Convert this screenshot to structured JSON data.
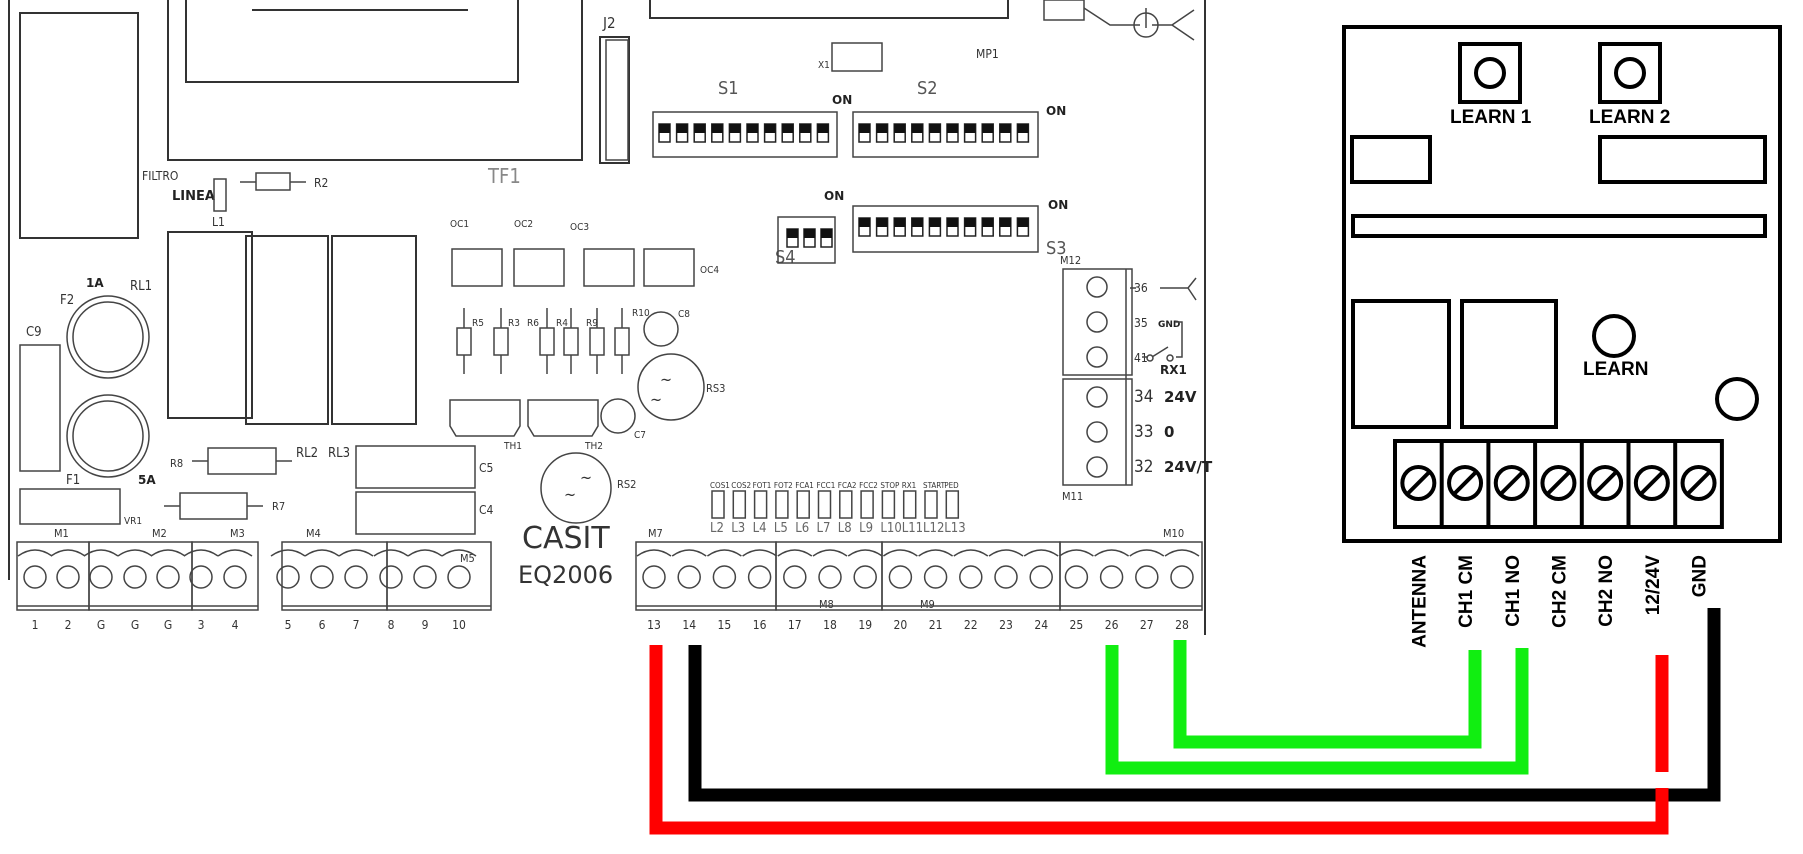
{
  "board": {
    "brand": "CASIT",
    "model": "EQ2006",
    "component_labels": {
      "filtro": "FILTRO",
      "linea": "LINEA",
      "l1": "L1",
      "r2": "R2",
      "tf1": "TF1",
      "j2": "J2",
      "x1": "X1",
      "mp1": "MP1",
      "s1": "S1",
      "s2": "S2",
      "s3": "S3",
      "s4": "S4",
      "on": "ON",
      "oc1": "OC1",
      "oc2": "OC2",
      "oc3": "OC3",
      "oc4": "OC4",
      "r5": "R5",
      "r3": "R3",
      "r6": "R6",
      "r4": "R4",
      "r9": "R9",
      "r10": "R10",
      "c8": "C8",
      "c7": "C7",
      "c9": "C9",
      "c5": "C5",
      "c4": "C4",
      "rs2": "RS2",
      "rs3": "RS3",
      "th1": "TH1",
      "th2": "TH2",
      "f1": "F1",
      "f2": "F2",
      "fuse1": "1A",
      "fuse2": "5A",
      "rl1": "RL1",
      "rl2": "RL2",
      "rl3": "RL3",
      "r8": "R8",
      "r7": "R7",
      "vr1": "VR1",
      "m1": "M1",
      "m2": "M2",
      "m3": "M3",
      "m4": "M4",
      "m5": "M5",
      "m7": "M7",
      "m8": "M8",
      "m9": "M9",
      "m10": "M10",
      "m11": "M11",
      "m12": "M12"
    },
    "leds": [
      {
        "name": "COS1",
        "id": "L2"
      },
      {
        "name": "COS2",
        "id": "L3"
      },
      {
        "name": "FOT1",
        "id": "L4"
      },
      {
        "name": "FOT2",
        "id": "L5"
      },
      {
        "name": "FCA1",
        "id": "L6"
      },
      {
        "name": "FCC1",
        "id": "L7"
      },
      {
        "name": "FCA2",
        "id": "L8"
      },
      {
        "name": "FCC2",
        "id": "L9"
      },
      {
        "name": "STOP",
        "id": "L10"
      },
      {
        "name": "RX1",
        "id": "L11"
      },
      {
        "name": "START",
        "id": "L12"
      },
      {
        "name": "PED",
        "id": "L13"
      }
    ],
    "bottom_terminals_left": [
      "1",
      "2",
      "G",
      "G",
      "G",
      "3",
      "4",
      "5",
      "6",
      "7",
      "8",
      "9",
      "10"
    ],
    "bottom_terminals_right": [
      "13",
      "14",
      "15",
      "16",
      "17",
      "18",
      "19",
      "20",
      "21",
      "22",
      "23",
      "24",
      "25",
      "26",
      "27",
      "28"
    ],
    "side_terminals": [
      {
        "num": "36",
        "desc": ""
      },
      {
        "num": "35",
        "desc": "GND"
      },
      {
        "num": "41",
        "desc": "RX1"
      },
      {
        "num": "34",
        "desc": "24V"
      },
      {
        "num": "33",
        "desc": "0"
      },
      {
        "num": "32",
        "desc": "24V/T"
      }
    ]
  },
  "receiver": {
    "buttons": [
      "LEARN 1",
      "LEARN 2"
    ],
    "learn_label": "LEARN",
    "terminals": [
      "ANTENNA",
      "CH1 CM",
      "CH1 NO",
      "CH2 CM",
      "CH2 NO",
      "12/24V",
      "GND"
    ]
  },
  "wires": [
    {
      "from": "14",
      "to": "GND",
      "color": "#000000"
    },
    {
      "from": "13",
      "to": "12/24V",
      "color": "#ff0000"
    },
    {
      "from": "26",
      "to": "CH1 NO",
      "color": "#11ee11"
    },
    {
      "from": "28",
      "to": "CH1 CM",
      "color": "#11ee11"
    }
  ]
}
